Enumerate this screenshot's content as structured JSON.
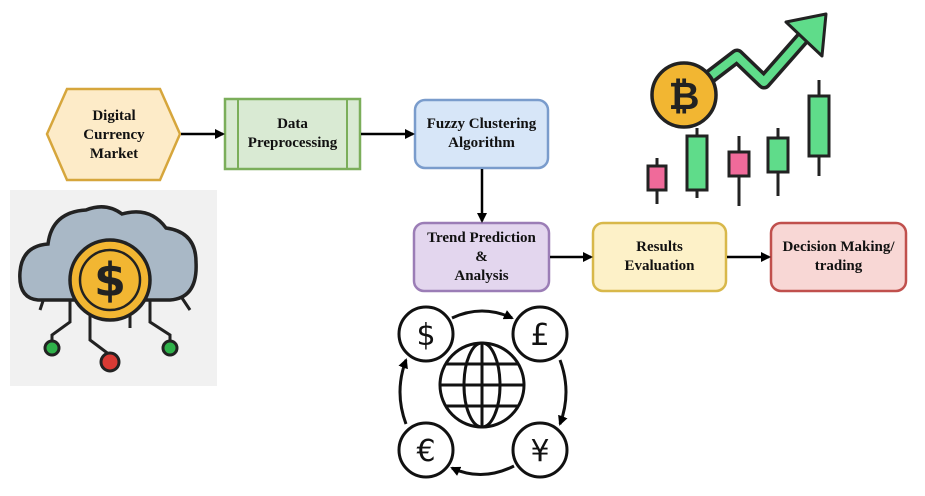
{
  "nodes": {
    "market": {
      "label": "Digital\nCurrency\nMarket",
      "fill": "#fdebc8",
      "stroke": "#d6a63c"
    },
    "preproc": {
      "label": "Data\nPreprocessing",
      "fill": "#d9ead3",
      "stroke": "#7bae5a"
    },
    "fuzzy": {
      "label": "Fuzzy Clustering\nAlgorithm",
      "fill": "#d7e6f8",
      "stroke": "#7a9ccc"
    },
    "trend": {
      "label": "Trend Prediction\n&\nAnalysis",
      "fill": "#e3d6ee",
      "stroke": "#9b7db6"
    },
    "results": {
      "label": "Results\nEvaluation",
      "fill": "#fdf1c8",
      "stroke": "#d8b84a"
    },
    "decision": {
      "label": "Decision Making/\ntrading",
      "fill": "#f8d7d5",
      "stroke": "#c0504d"
    }
  },
  "edges": [
    [
      "market",
      "preproc"
    ],
    [
      "preproc",
      "fuzzy"
    ],
    [
      "fuzzy",
      "trend"
    ],
    [
      "trend",
      "results"
    ],
    [
      "results",
      "decision"
    ]
  ],
  "illustrations": {
    "cloud": {
      "icon": "cloud-dollar-icon",
      "coin_color": "#f2b632",
      "cloud_color": "#a9b8c6",
      "node_green": "#2fb24a",
      "node_red": "#d83a34"
    },
    "chart": {
      "icon": "bitcoin-candlestick-chart-icon",
      "up_color": "#5fdc8a",
      "down_color": "#f06a9a",
      "arrow_color": "#5fdc8a"
    },
    "currency": {
      "icon": "currency-exchange-cycle-icon",
      "symbols": [
        "$",
        "£",
        "€",
        "¥"
      ]
    }
  }
}
